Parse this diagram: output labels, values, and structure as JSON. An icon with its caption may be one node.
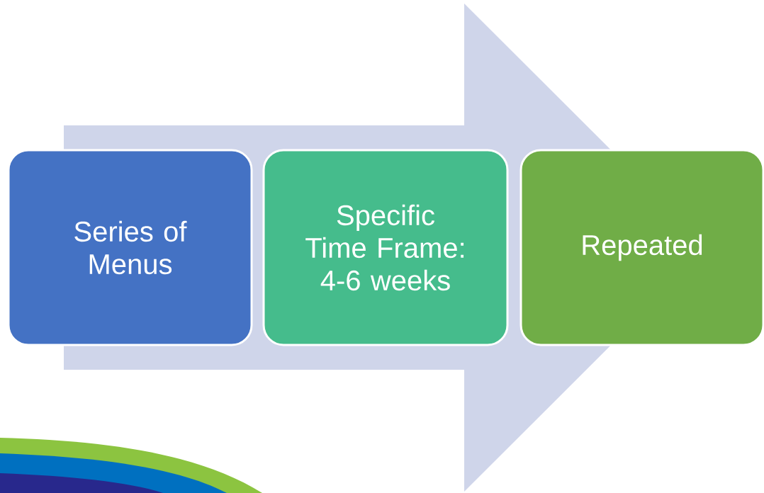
{
  "diagram": {
    "nodes": [
      {
        "text": [
          "Series of Menus"
        ]
      },
      {
        "text": [
          "Specific Time Frame: 4-6 weeks"
        ]
      },
      {
        "text": [
          "Repeated"
        ]
      }
    ],
    "edges": [
      {
        "from": 0,
        "to": 2,
        "arrow": "to"
      }
    ]
  }
}
